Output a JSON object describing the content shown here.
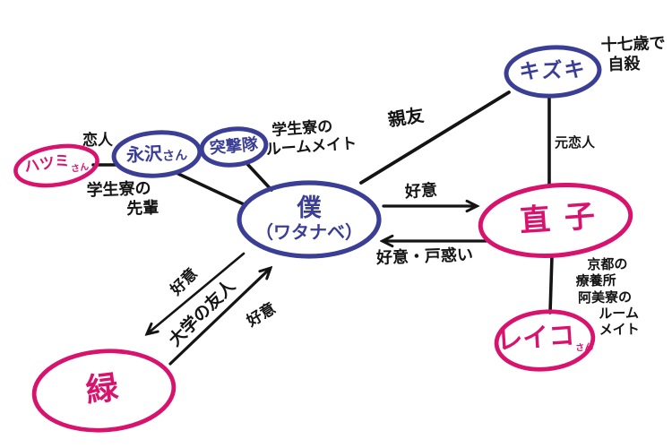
{
  "colors": {
    "blue": "#3b3e95",
    "pink": "#d8136e",
    "ink": "#141414"
  },
  "nodes": {
    "hatsumi": {
      "name": "ハツミ",
      "suffix": "さん"
    },
    "nagasawa": {
      "name": "永沢",
      "suffix": "さん"
    },
    "totsugekitai": {
      "name": "突撃隊"
    },
    "boku": {
      "name": "僕",
      "name2": "（ワタナベ）"
    },
    "kizuki": {
      "name": "キズキ"
    },
    "naoko": {
      "name": "直子"
    },
    "reiko": {
      "name": "レイコ",
      "suffix": "さん"
    },
    "midori": {
      "name": "緑"
    }
  },
  "edges": {
    "hatsumi_nagasawa": {
      "label": "恋人"
    },
    "nagasawa_boku": {
      "label_lines": [
        "学生寮の",
        "先輩"
      ]
    },
    "totsugekitai_boku": {
      "label_lines": [
        "学生寮の",
        "ルームメイト"
      ]
    },
    "boku_kizuki": {
      "label": "親友"
    },
    "kizuki_naoko": {
      "label": "元恋人"
    },
    "boku_naoko": {
      "label": "好意"
    },
    "naoko_boku": {
      "label": "好意・戸惑い"
    },
    "boku_midori": {
      "label": "好意"
    },
    "midori_boku": {
      "label": "好意"
    },
    "boku_midori_bond": {
      "label": "大学の友人"
    }
  },
  "annotations": {
    "kizuki_note_lines": [
      "十七歳で",
      "自殺"
    ],
    "reiko_note_lines": [
      "京都の",
      "療養所",
      "阿美寮の",
      "ルーム",
      "メイト"
    ]
  }
}
